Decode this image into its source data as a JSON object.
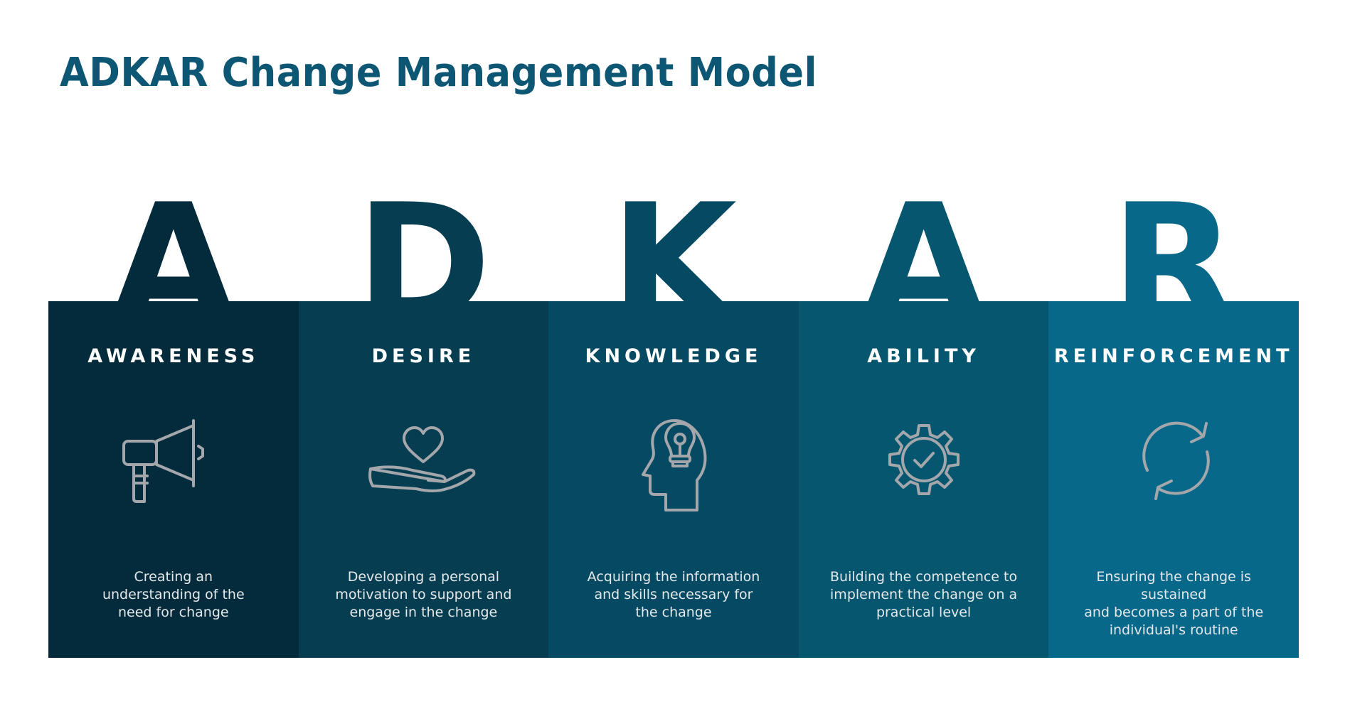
{
  "title": "ADKAR Change Management Model",
  "colors": {
    "title": "#0d5674",
    "icon_stroke": "#a3a7ab",
    "panel_backgrounds": [
      "#042b3b",
      "#063d50",
      "#054a62",
      "#06566f",
      "#08688a"
    ]
  },
  "stages": [
    {
      "letter": "A",
      "title": "AWARENESS",
      "icon": "megaphone-icon",
      "description": [
        "Creating an",
        "understanding of the",
        "need for change"
      ]
    },
    {
      "letter": "D",
      "title": "DESIRE",
      "icon": "heart-in-hand-icon",
      "description": [
        "Developing a personal",
        "motivation to support and",
        "engage in the change"
      ]
    },
    {
      "letter": "K",
      "title": "KNOWLEDGE",
      "icon": "head-lightbulb-icon",
      "description": [
        "Acquiring the information",
        "and skills necessary for",
        "the change"
      ]
    },
    {
      "letter": "A",
      "title": "ABILITY",
      "icon": "gear-checkmark-icon",
      "description": [
        "Building the competence to",
        "implement the change on a",
        "practical level"
      ]
    },
    {
      "letter": "R",
      "title": "REINFORCEMENT",
      "icon": "refresh-cycle-icon",
      "description": [
        "Ensuring the change is sustained",
        "and becomes a part of the",
        "individual's routine"
      ]
    }
  ]
}
